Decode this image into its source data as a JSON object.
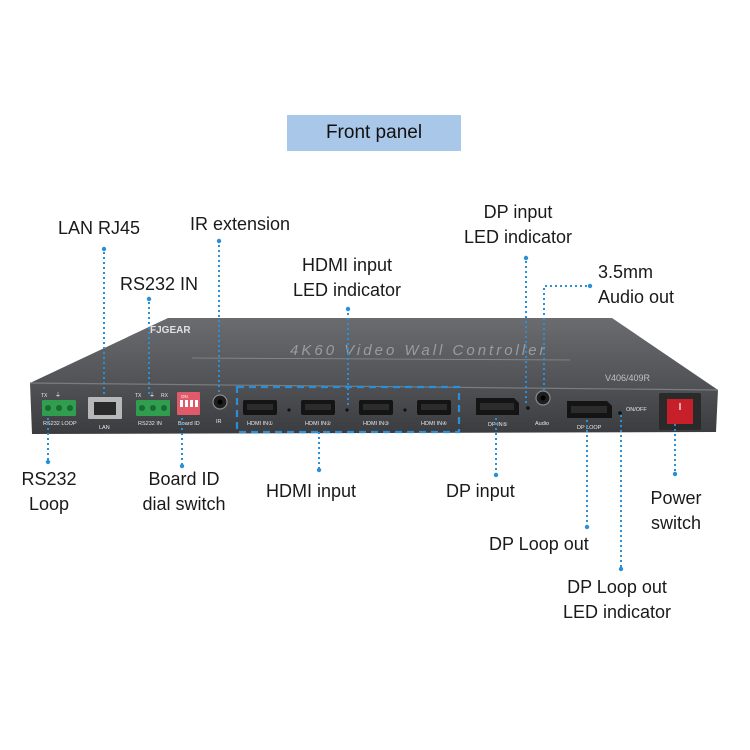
{
  "title": "Front panel",
  "device": {
    "brand": "FJGEAR",
    "model_text": "4K60 Video Wall Controller",
    "model_number": "V406/409R",
    "port_labels": {
      "rs232_loop": "RS232 LOOP",
      "lan": "LAN",
      "rs232_in": "RS232 IN",
      "board_id": "Board ID",
      "ir": "IR",
      "hdmi1": "HDMI IN①",
      "hdmi2": "HDMI IN②",
      "hdmi3": "HDMI IN③",
      "hdmi4": "HDMI IN④",
      "dp_in": "DP IN⑤",
      "audio": "Audio",
      "dp_loop": "DP LOOP",
      "on_off": "ON/OFF",
      "tx": "TX",
      "rx": "RX",
      "ground": "⏚",
      "dip_on": "ON"
    }
  },
  "callouts": {
    "lan_rj45": "LAN RJ45",
    "ir_extension": "IR extension",
    "rs232_in": "RS232 IN",
    "hdmi_led_1": "HDMI input",
    "hdmi_led_2": "LED  indicator",
    "dp_led_1": "DP input",
    "dp_led_2": "LED  indicator",
    "audio_1": "3.5mm",
    "audio_2": "Audio out",
    "rs232_loop_1": "RS232",
    "rs232_loop_2": "Loop",
    "board_id_1": "Board ID",
    "board_id_2": "dial switch",
    "hdmi_input": "HDMI input",
    "dp_input": "DP input",
    "power_1": "Power",
    "power_2": "switch",
    "dp_loop_out": "DP Loop out",
    "dp_loop_led_1": "DP Loop out",
    "dp_loop_led_2": "LED indicator"
  },
  "colors": {
    "title_bg": "#a9c7e8",
    "leader": "#2a8fd6",
    "chassis": "#4a4c50",
    "terminal": "#2f9e4e",
    "dip": "#e05a6a",
    "power_rocker": "#c8202a"
  }
}
